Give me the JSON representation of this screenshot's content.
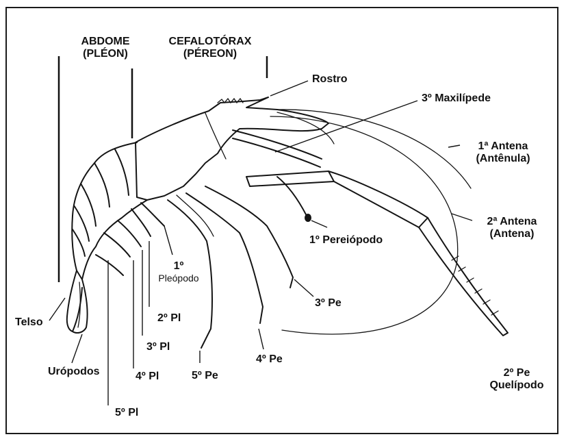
{
  "regions": {
    "abdome": "ABDOME",
    "abdome_sub": "(PLÉON)",
    "cefalotorax": "CEFALOTÓRAX",
    "cefalotorax_sub": "(PÉREON)"
  },
  "labels": {
    "rostro": "Rostro",
    "maxilipede": "3º Maxilípede",
    "antena1": "1ª Antena",
    "antena1_sub": "(Antênula)",
    "antena2": "2ª Antena",
    "antena2_sub": "(Antena)",
    "pereiopodo1": "1º Pereiópodo",
    "pe3": "3º Pe",
    "pe4": "4º Pe",
    "pe5": "5º Pe",
    "pe2": "2º Pe",
    "pe2_sub": "Quelípodo",
    "pleopodo1": "1º",
    "pleopodo1_sub": "Pleópodo",
    "pl2": "2º Pl",
    "pl3": "3º Pl",
    "pl4": "4º Pl",
    "pl5": "5º Pl",
    "telso": "Telso",
    "uropodos": "Urópodos"
  }
}
